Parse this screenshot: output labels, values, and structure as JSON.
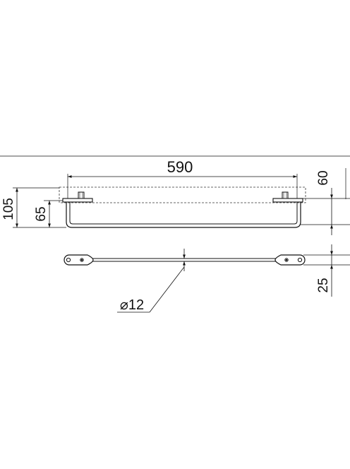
{
  "drawing": {
    "dimensions": {
      "overall_width": "590",
      "top_offset": "60",
      "overall_height": "105",
      "bar_height": "65",
      "bracket_depth": "25",
      "bar_diameter": "⌀12"
    },
    "colors": {
      "line": "#111111",
      "hidden_line": "#333333",
      "background": "#ffffff"
    }
  }
}
